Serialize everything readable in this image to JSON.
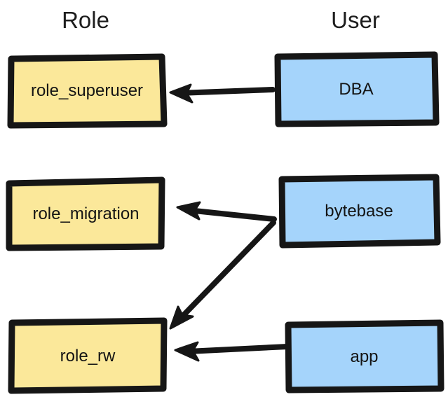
{
  "diagram": {
    "title_columns": [
      {
        "id": "role",
        "label": "Role"
      },
      {
        "id": "user",
        "label": "User"
      }
    ],
    "style": {
      "role_fill": "#FBE89A",
      "user_fill": "#A5D4FB",
      "stroke": "#161616",
      "text": "#141414",
      "background": "#FFFFFF"
    },
    "nodes": [
      {
        "id": "role_superuser",
        "label": "role_superuser",
        "column": "role",
        "fill": "#FBE89A"
      },
      {
        "id": "role_migration",
        "label": "role_migration",
        "column": "role",
        "fill": "#FBE89A"
      },
      {
        "id": "role_rw",
        "label": "role_rw",
        "column": "role",
        "fill": "#FBE89A"
      },
      {
        "id": "dba",
        "label": "DBA",
        "column": "user",
        "fill": "#A5D4FB"
      },
      {
        "id": "bytebase",
        "label": "bytebase",
        "column": "user",
        "fill": "#A5D4FB"
      },
      {
        "id": "app",
        "label": "app",
        "column": "user",
        "fill": "#A5D4FB"
      }
    ],
    "edges": [
      {
        "id": "dba-to-role-superuser",
        "from": "dba",
        "to": "role_superuser",
        "label": ""
      },
      {
        "id": "bytebase-to-role-migration",
        "from": "bytebase",
        "to": "role_migration",
        "label": ""
      },
      {
        "id": "bytebase-to-role-rw",
        "from": "bytebase",
        "to": "role_rw",
        "label": ""
      },
      {
        "id": "app-to-role-rw",
        "from": "app",
        "to": "role_rw",
        "label": ""
      }
    ]
  }
}
